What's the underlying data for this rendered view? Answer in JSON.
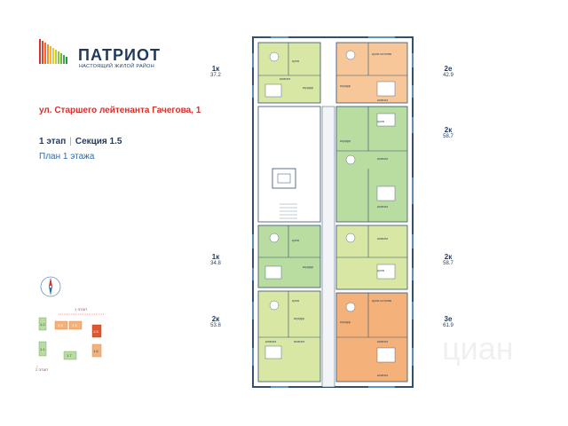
{
  "brand": {
    "name": "ПАТРИОТ",
    "tagline": "НАСТОЯЩИЙ ЖИЛОЙ РАЙОН"
  },
  "address": "ул. Старшего лейтенанта Гачегова, 1",
  "stage": {
    "floor": "1 этап",
    "section": "Секция 1.5"
  },
  "plan_title": "План 1 этажа",
  "colors": {
    "one_room": "#d9e7a4",
    "two_room": "#b9dca0",
    "euro_two": "#f7c79a",
    "three_room": "#f4b27a",
    "walls": "#33506f",
    "accent_red": "#d2312c"
  },
  "apartments": [
    {
      "rooms": "1к",
      "area": "37.2"
    },
    {
      "rooms": "2е",
      "area": "42.9"
    },
    {
      "rooms": "2к",
      "area": "58.7"
    },
    {
      "rooms": "1к",
      "area": "34.8"
    },
    {
      "rooms": "2к",
      "area": "58.7"
    },
    {
      "rooms": "2к",
      "area": "53.8"
    },
    {
      "rooms": "3е",
      "area": "61.9"
    }
  ],
  "room_labels": {
    "kitchen": "кухня",
    "room": "комната",
    "hall": "коридор",
    "kitchen_living": "кухня-гостиная"
  },
  "keymap": {
    "stage1": "1 ЭТАП",
    "stage2": "2 ЭТАП",
    "sections": [
      "1.2",
      "1.3",
      "1.4",
      "1.5",
      "1.1",
      "1.7",
      "1.6"
    ]
  },
  "watermark": "циан"
}
